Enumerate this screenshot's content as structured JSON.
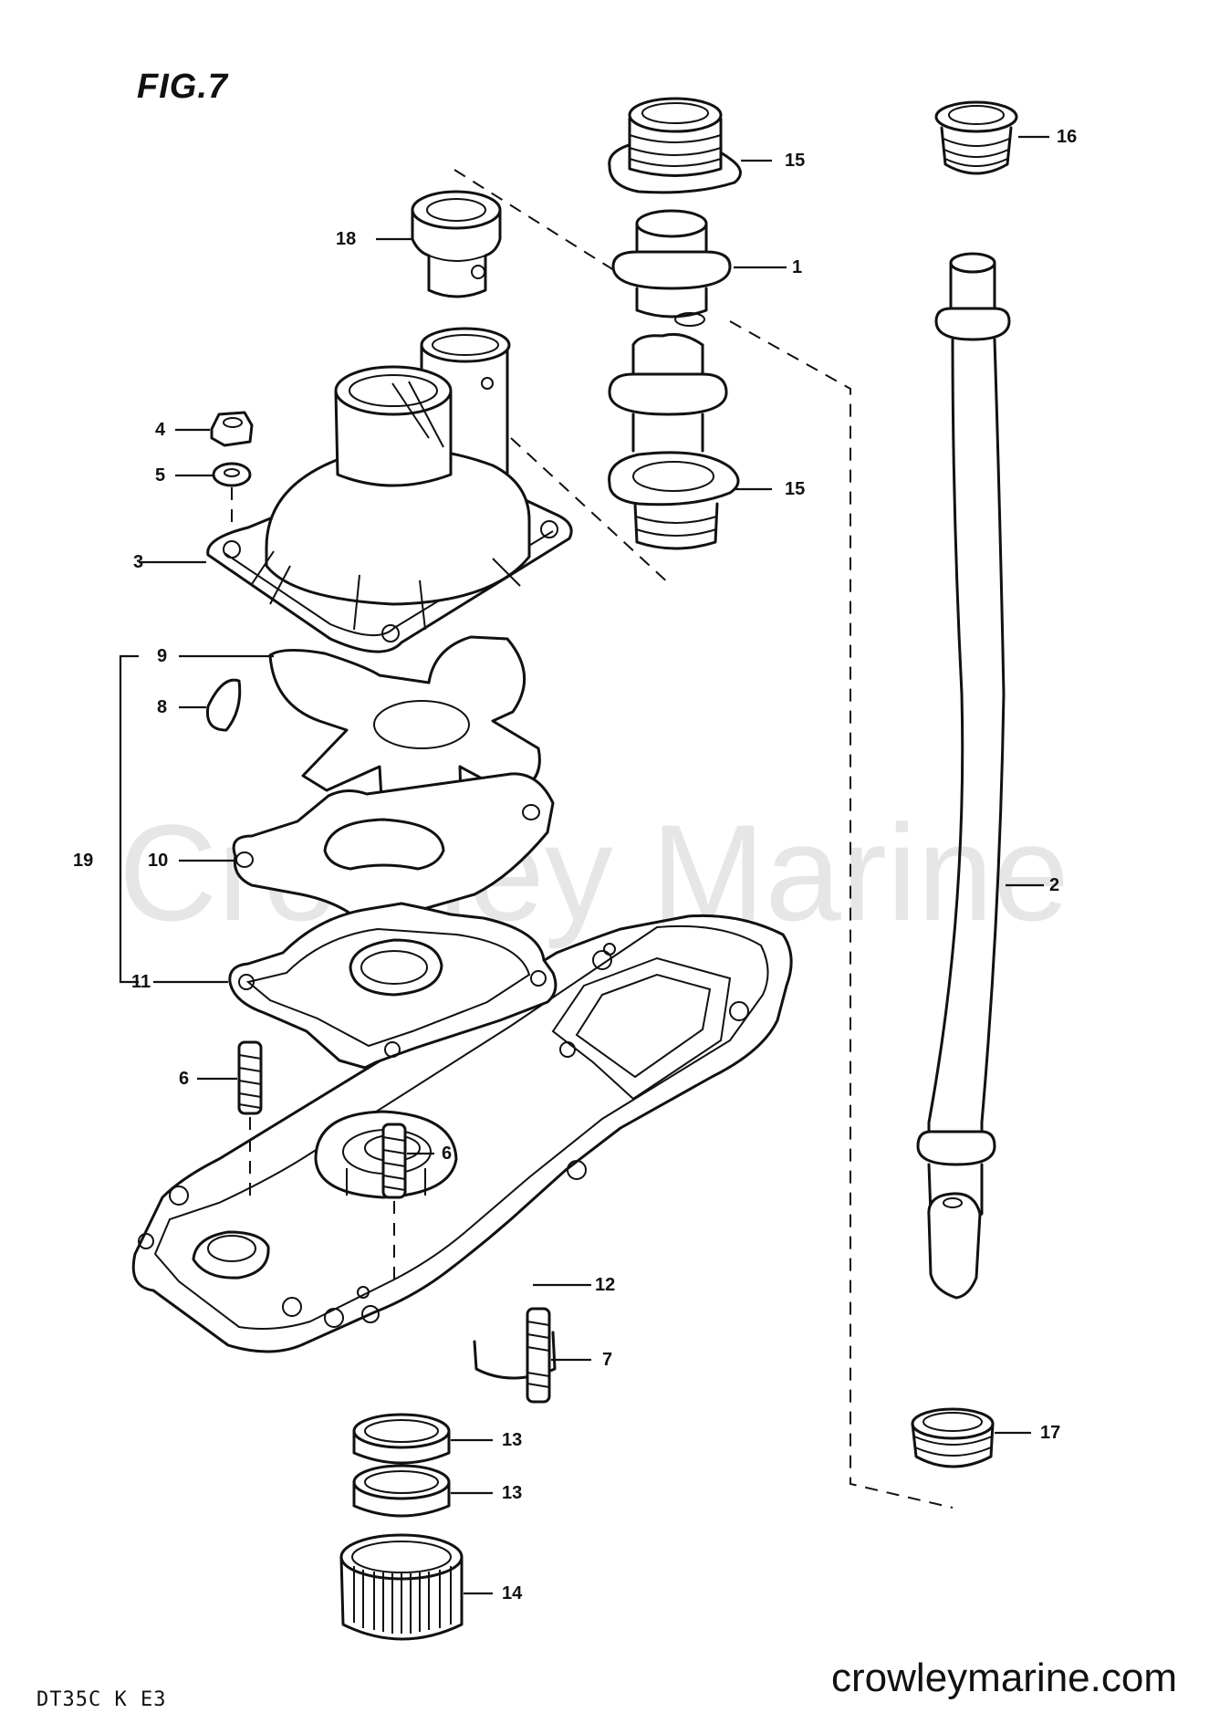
{
  "figure_label": "FIG.7",
  "model_code": "DT35C  K  E3",
  "website": "crowleymarine.com",
  "watermark": "Crowley Marine",
  "callouts": {
    "n1": "1",
    "n2": "2",
    "n3": "3",
    "n4": "4",
    "n5": "5",
    "n6a": "6",
    "n6b": "6",
    "n7": "7",
    "n8": "8",
    "n9": "9",
    "n10": "10",
    "n11": "11",
    "n12": "12",
    "n13a": "13",
    "n13b": "13",
    "n14": "14",
    "n15a": "15",
    "n15b": "15",
    "n16": "16",
    "n17": "17",
    "n18": "18",
    "n19": "19"
  }
}
